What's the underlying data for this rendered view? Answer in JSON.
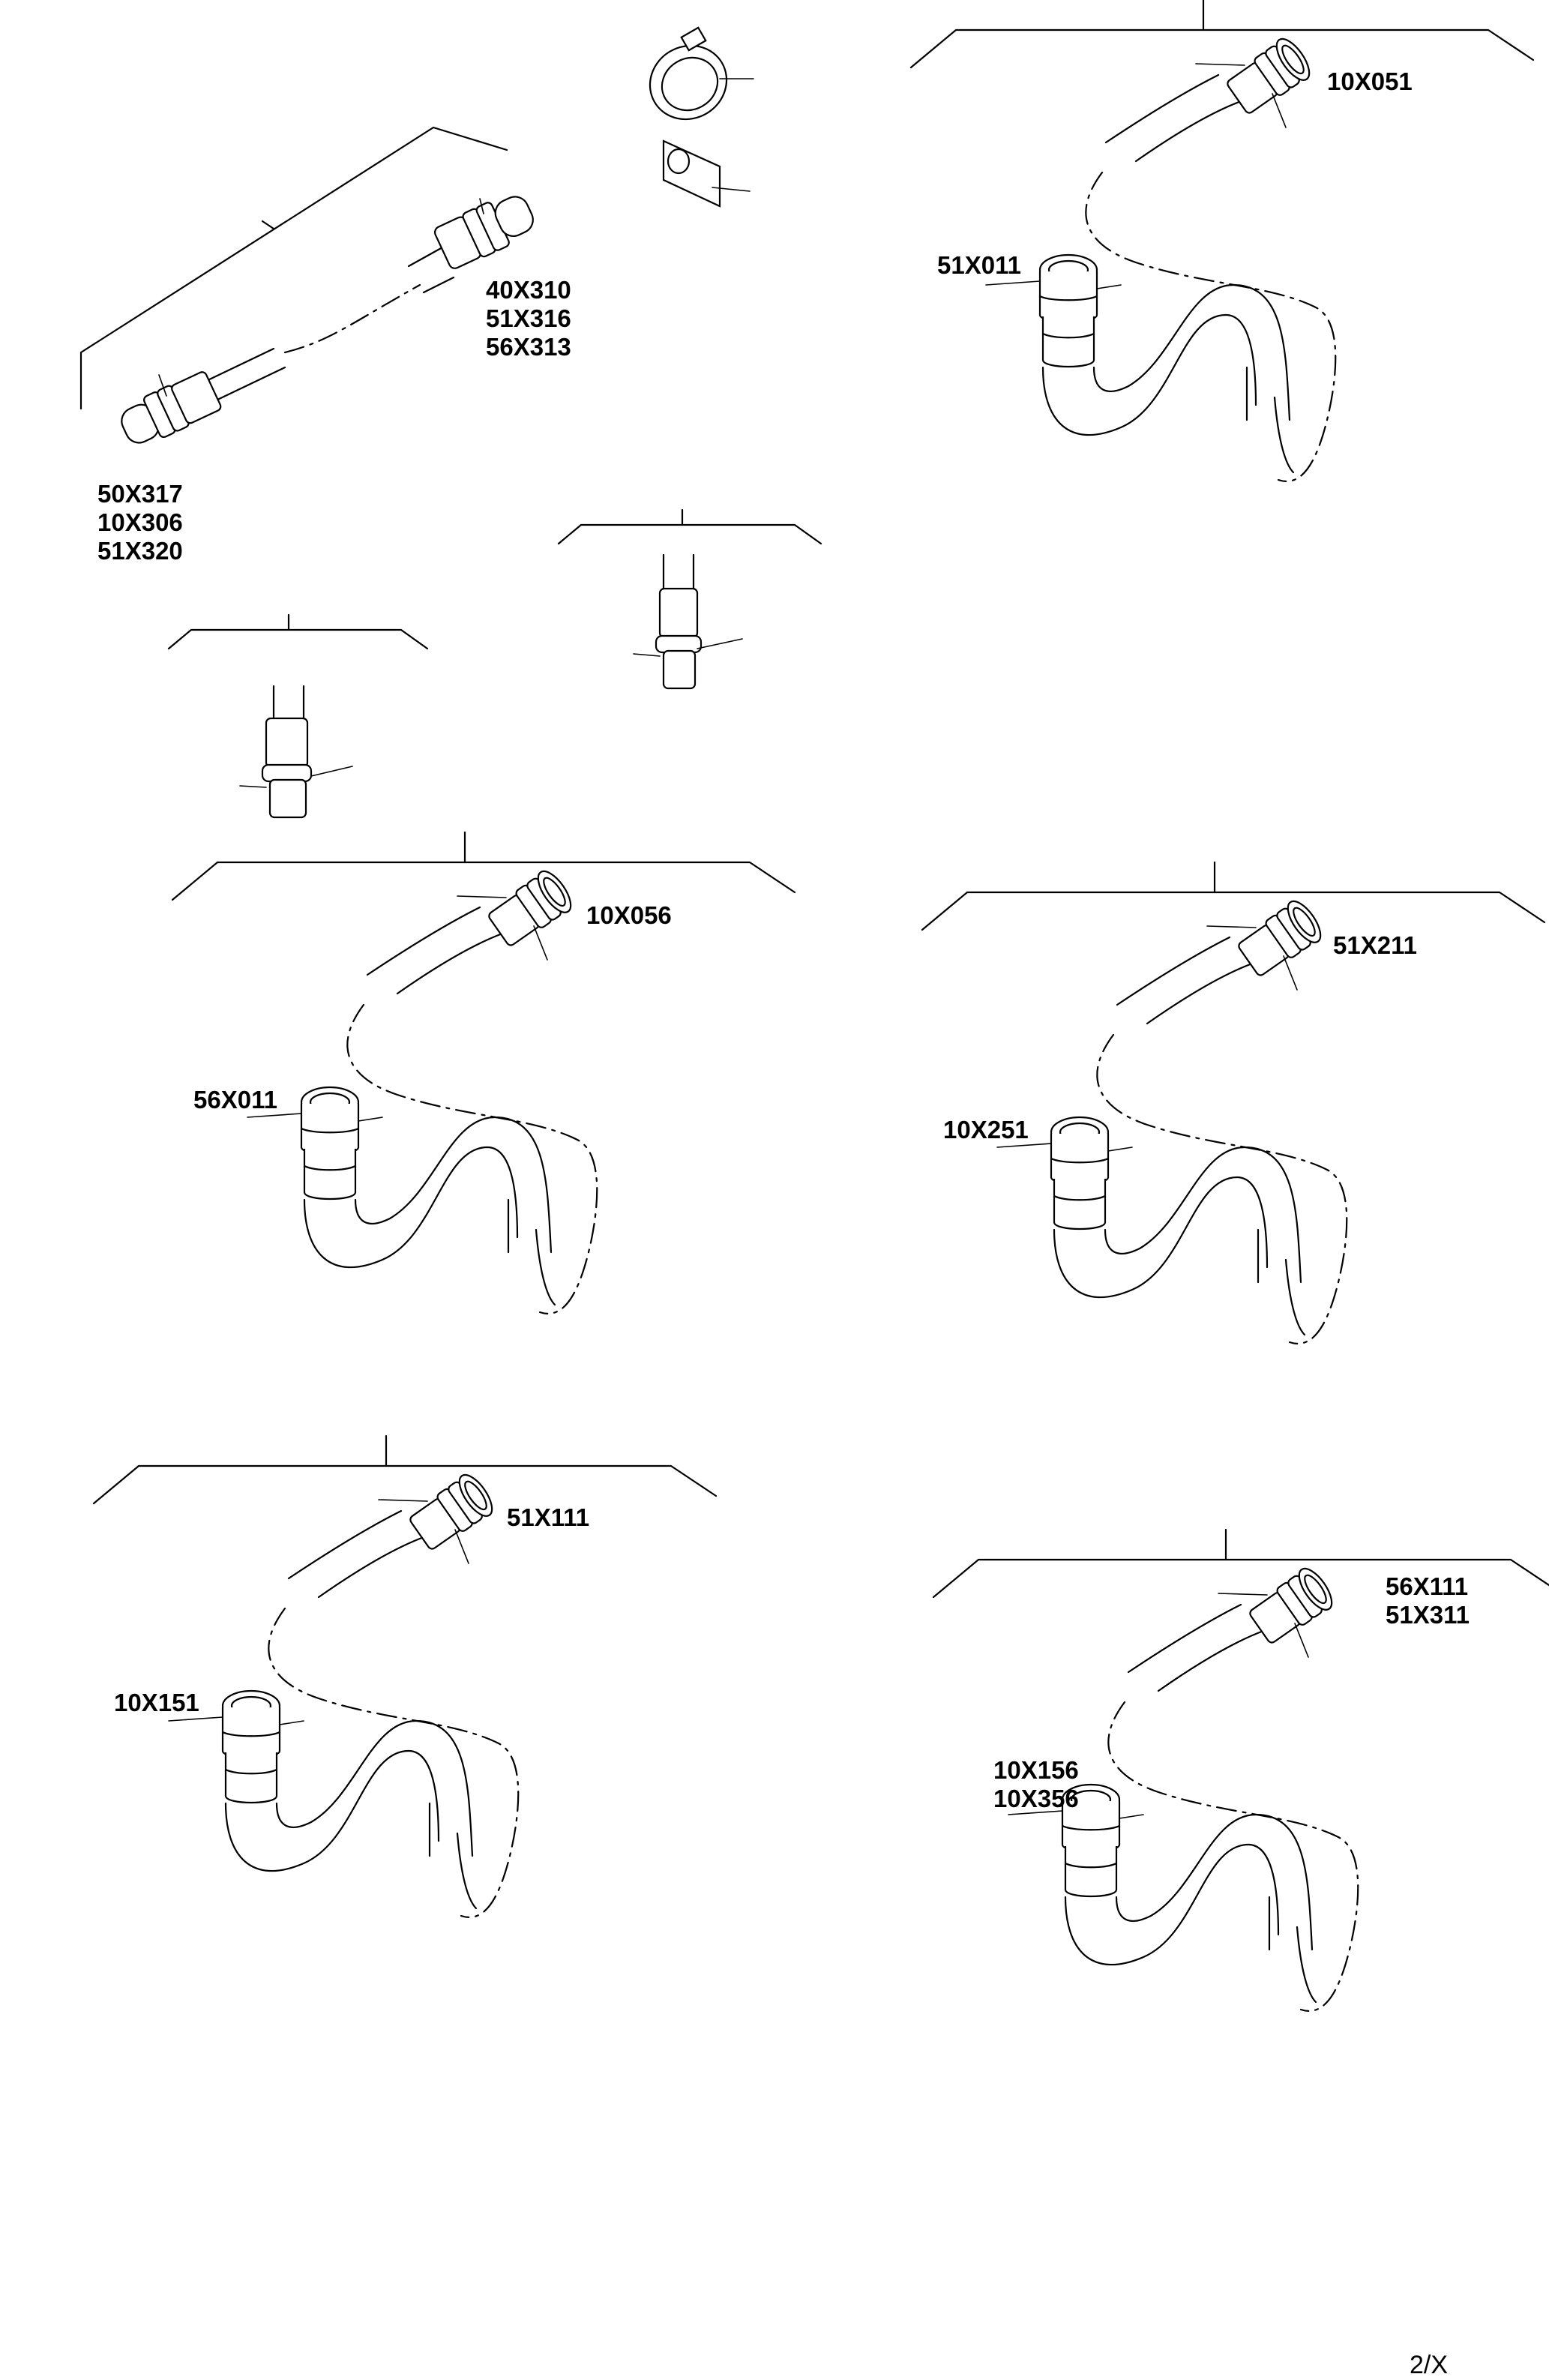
{
  "callouts": {
    "cable_top_left_end_a": [
      "40X310",
      "51X316",
      "56X313"
    ],
    "cable_top_left_end_b": [
      "50X317",
      "10X306",
      "51X320"
    ],
    "hose_top_right": {
      "end_a": "10X051",
      "end_b": "51X011"
    },
    "hose_mid_left": {
      "end_a": "10X056",
      "end_b": "56X011"
    },
    "hose_mid_right": {
      "end_a": "51X211",
      "end_b": "10X251"
    },
    "hose_bottom_left": {
      "end_a": "51X111",
      "end_b": "10X151"
    },
    "hose_bottom_right": {
      "end_a": [
        "56X111",
        "51X311"
      ],
      "end_b": [
        "10X156",
        "10X356"
      ]
    }
  },
  "page_number": "2/X"
}
